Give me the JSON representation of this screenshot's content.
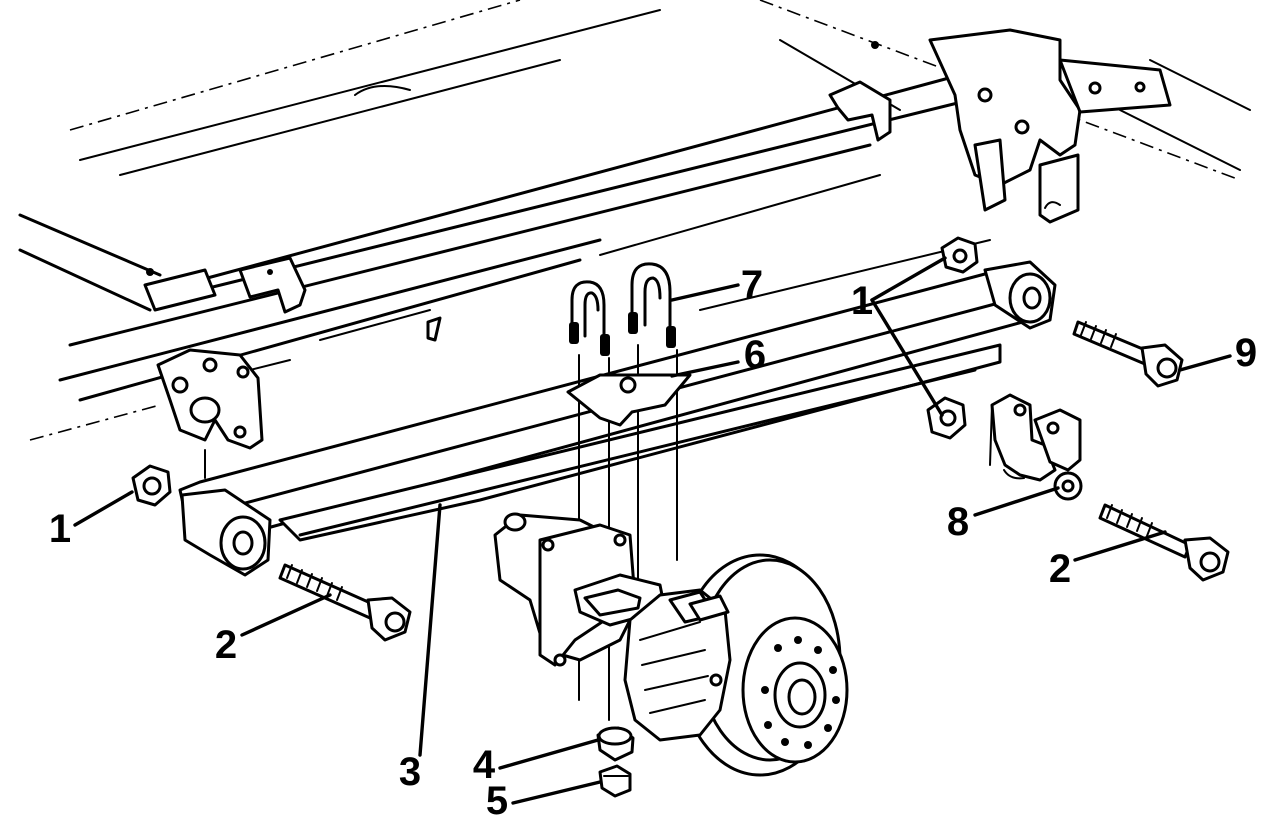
{
  "diagram": {
    "callouts": [
      {
        "id": "c1a",
        "label": "1"
      },
      {
        "id": "c1b",
        "label": "1"
      },
      {
        "id": "c2a",
        "label": "2"
      },
      {
        "id": "c2b",
        "label": "2"
      },
      {
        "id": "c3",
        "label": "3"
      },
      {
        "id": "c4",
        "label": "4"
      },
      {
        "id": "c5",
        "label": "5"
      },
      {
        "id": "c6",
        "label": "6"
      },
      {
        "id": "c7",
        "label": "7"
      },
      {
        "id": "c8",
        "label": "8"
      },
      {
        "id": "c9",
        "label": "9"
      }
    ]
  }
}
